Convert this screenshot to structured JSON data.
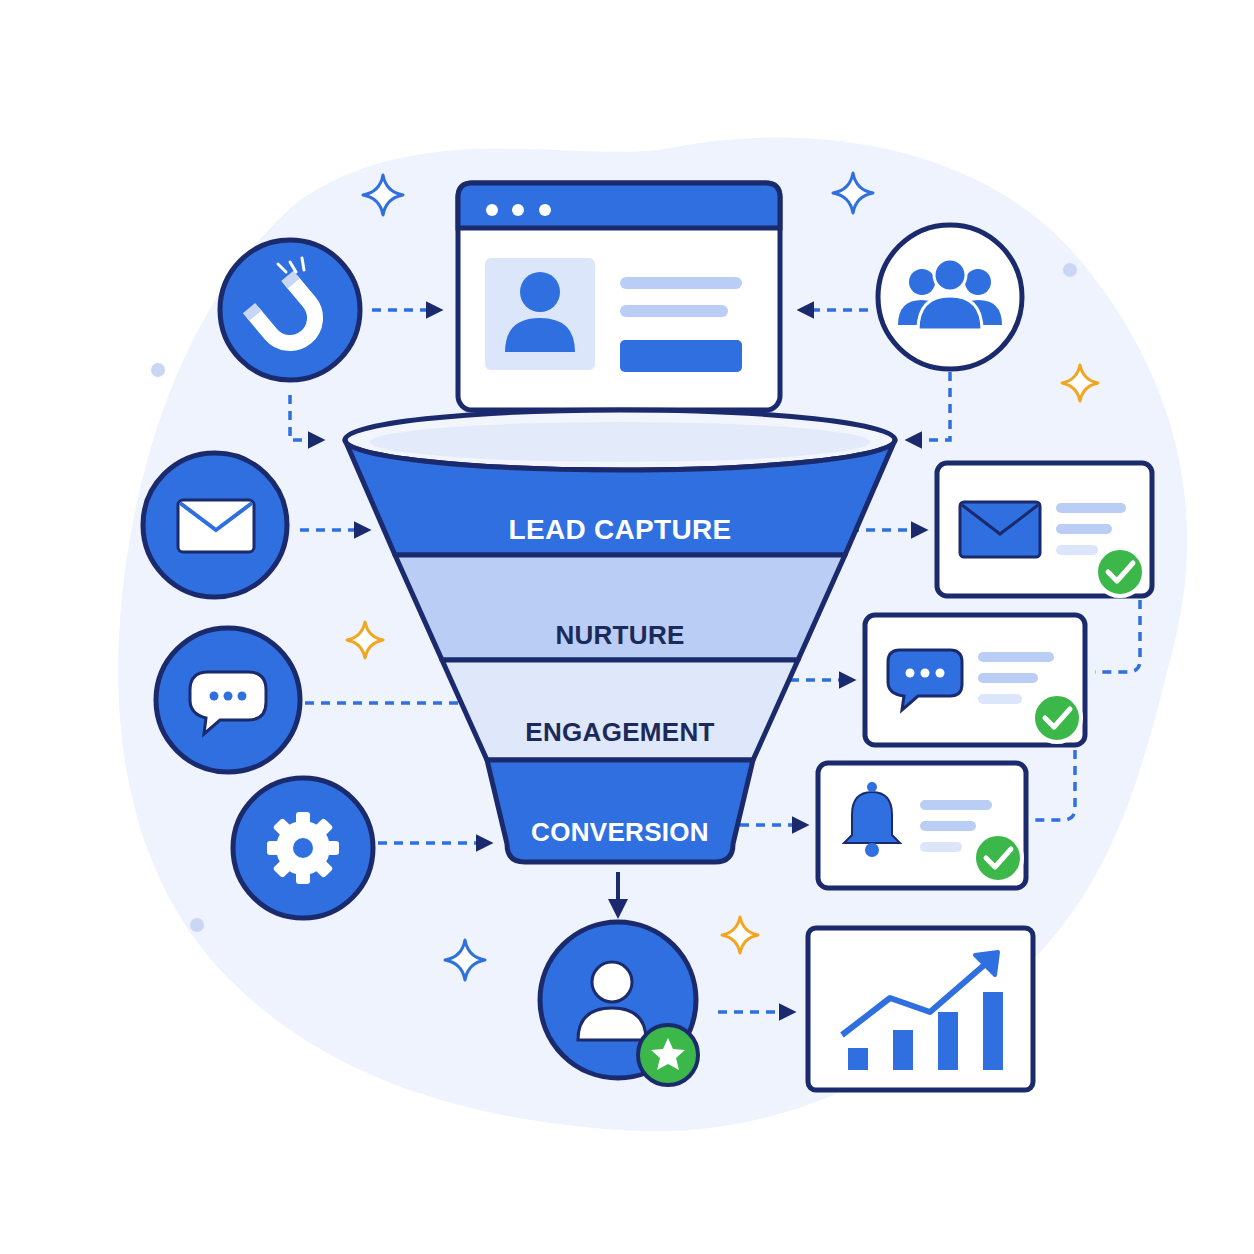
{
  "diagram": {
    "nodes": [
      {
        "text": [
          "LEAD CAPTURE"
        ]
      },
      {
        "text": [
          "NURTURE"
        ]
      },
      {
        "text": [
          "ENGAGEMENT"
        ]
      },
      {
        "text": [
          "CONVERSION"
        ]
      }
    ]
  }
}
